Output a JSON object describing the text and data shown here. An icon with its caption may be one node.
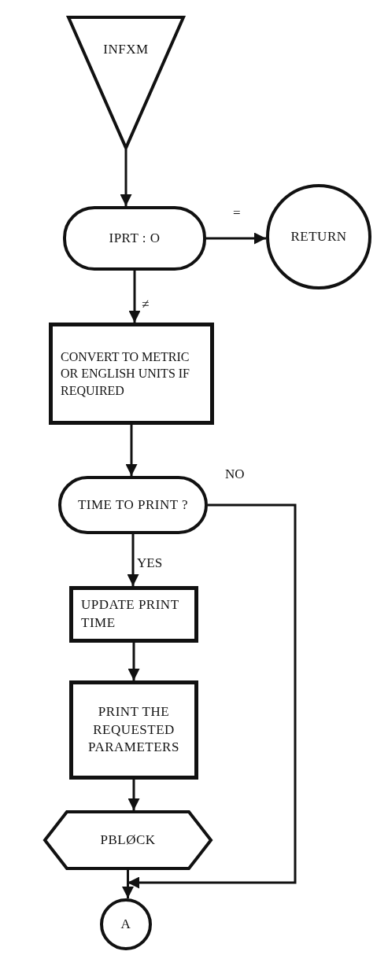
{
  "diagram": {
    "nodes": [
      {
        "text": [
          "INFXM"
        ]
      },
      {
        "text": [
          "IPRT : O"
        ]
      },
      {
        "text": [
          "RETURN"
        ]
      },
      {
        "text": [
          "CONVERT TO METRIC OR ENGLISH UNITS IF REQUIRED"
        ]
      },
      {
        "text": [
          "TIME TO PRINT ?"
        ]
      },
      {
        "text": [
          "UPDATE PRINT TIME"
        ]
      },
      {
        "text": [
          "PRINT THE REQUESTED PARAMETERS"
        ]
      },
      {
        "text": [
          "PBLØCK"
        ]
      },
      {
        "text": [
          "A"
        ]
      }
    ],
    "edges": [
      {
        "from": 0,
        "to": 1,
        "arrow": "to"
      },
      {
        "from": 1,
        "to": 2,
        "arrow": "to",
        "label": "="
      },
      {
        "from": 1,
        "to": 3,
        "arrow": "to",
        "label": "≠"
      },
      {
        "from": 3,
        "to": 4,
        "arrow": "to"
      },
      {
        "from": 4,
        "to": 5,
        "arrow": "to",
        "label": "YES"
      },
      {
        "from": 5,
        "to": 6,
        "arrow": "to"
      },
      {
        "from": 6,
        "to": 7,
        "arrow": "to"
      },
      {
        "from": 7,
        "to": 8,
        "arrow": "to"
      },
      {
        "from": 4,
        "to": 8,
        "arrow": "to",
        "label": "NO"
      }
    ]
  }
}
